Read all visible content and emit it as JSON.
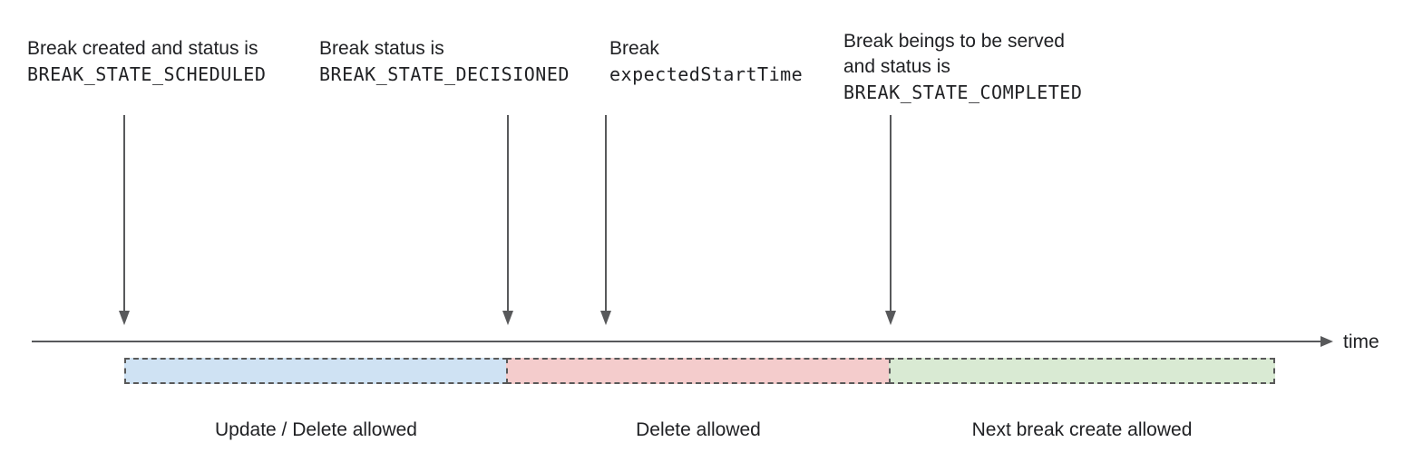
{
  "annotations": [
    {
      "lines": [
        "Break created and status is",
        "BREAK_STATE_SCHEDULED"
      ]
    },
    {
      "lines": [
        "Break status is",
        "BREAK_STATE_DECISIONED"
      ]
    },
    {
      "lines": [
        "Break",
        "expectedStartTime"
      ]
    },
    {
      "lines": [
        "Break beings to be served",
        "and status is",
        "BREAK_STATE_COMPLETED"
      ]
    }
  ],
  "timeline": {
    "axis_label": "time"
  },
  "segments": [
    {
      "label": "Update / Delete allowed",
      "fill": "#cfe2f3"
    },
    {
      "label": "Delete allowed",
      "fill": "#f4cccc"
    },
    {
      "label": "Next break create allowed",
      "fill": "#d9ead3"
    }
  ],
  "colors": {
    "text": "#202124",
    "arrow": "#58595b",
    "segment_border": "#595959"
  }
}
